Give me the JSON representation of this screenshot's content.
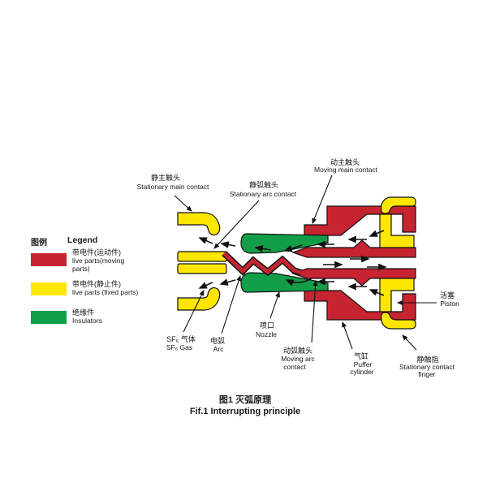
{
  "legend": {
    "title_zh": "图例",
    "title_en": "Legend",
    "items": [
      {
        "color": "#c62430",
        "zh": "带电件(运动件)",
        "en": "live parts(moving",
        "en2": "parts)"
      },
      {
        "color": "#ffe600",
        "zh": "带电件(静止件)",
        "en": "live parts (fixed parts)"
      },
      {
        "color": "#129e49",
        "zh": "绝缘件",
        "en": "Insulators"
      }
    ]
  },
  "labels": {
    "stationary_main_contact": {
      "zh": "静主触头",
      "en": "Stationary main contact"
    },
    "stationary_arc_contact": {
      "zh": "静弧触头",
      "en": "Stationary arc contact"
    },
    "moving_main_contact": {
      "zh": "动主触头",
      "en": "Moving main contact"
    },
    "sf6_gas": {
      "zh": "SF₆ 气体",
      "en": "SF₆ Gas"
    },
    "arc": {
      "zh": "电弧",
      "en": "Arc"
    },
    "nozzle": {
      "zh": "喷口",
      "en": "Nozzle"
    },
    "moving_arc_contact": {
      "zh": "动弧触头",
      "en": "Moving arc",
      "en2": "contact"
    },
    "puffer_cylinder": {
      "zh": "气缸",
      "en": "Puffer",
      "en2": "cylinder"
    },
    "piston": {
      "zh": "活塞",
      "en": "Piston"
    },
    "stationary_contact_finger": {
      "zh": "静触指",
      "en": "Stationary contact",
      "en2": "finger"
    }
  },
  "caption": {
    "zh": "图1 灭弧原理",
    "en": "Fif.1 Interrupting principle"
  },
  "colors": {
    "live_parts_moving": "#c62430",
    "live_parts_fixed": "#ffe600",
    "insulators": "#129e49",
    "outline": "#111111",
    "background": "#ffffff"
  }
}
